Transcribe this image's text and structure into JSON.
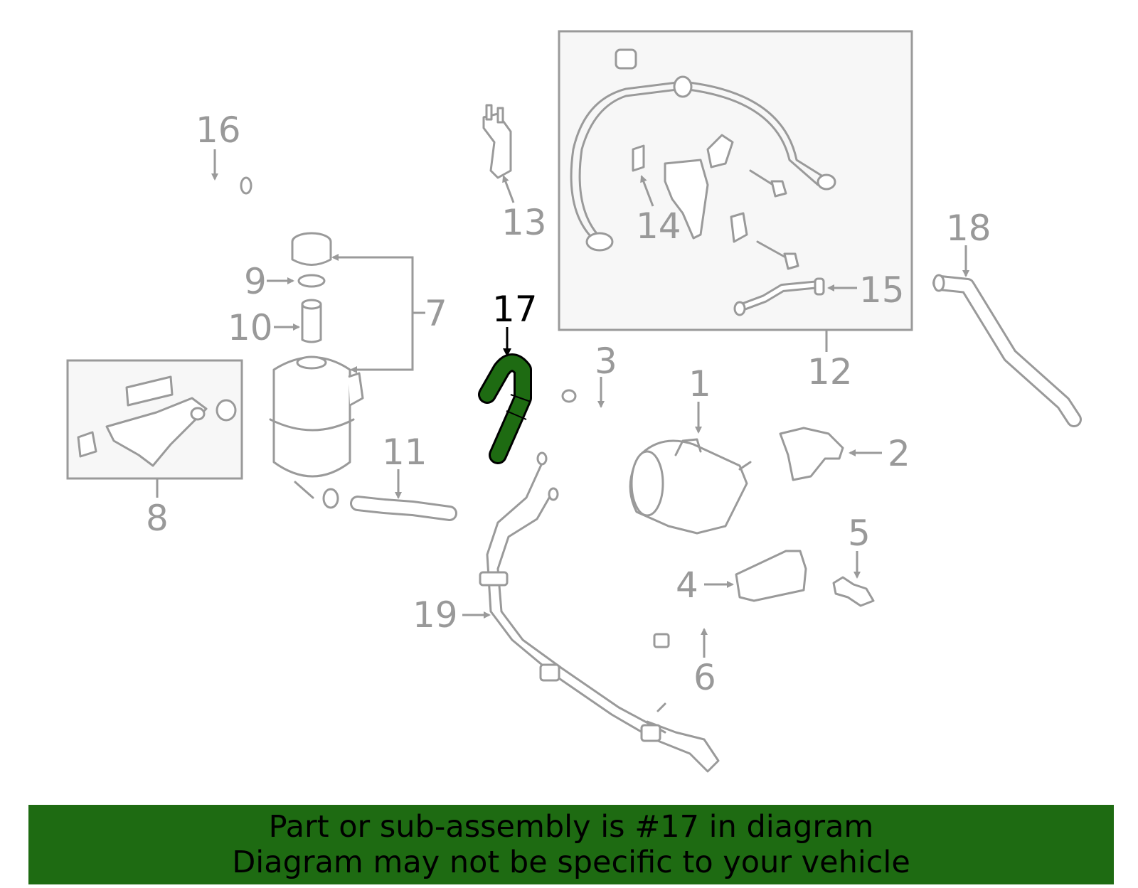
{
  "diagram": {
    "highlighted_callout": "17",
    "highlight_color": "#1e6b12",
    "part_color": "#9a9a9a",
    "callouts": {
      "c1": "1",
      "c2": "2",
      "c3": "3",
      "c4": "4",
      "c5": "5",
      "c6": "6",
      "c7": "7",
      "c8": "8",
      "c9": "9",
      "c10": "10",
      "c11": "11",
      "c12": "12",
      "c13": "13",
      "c14": "14",
      "c15": "15",
      "c16": "16",
      "c17": "17",
      "c18": "18",
      "c19": "19"
    }
  },
  "banner": {
    "line1": "Part or sub-assembly is #17 in diagram",
    "line2": "Diagram may not be specific to your vehicle",
    "background": "#1e6b12"
  }
}
